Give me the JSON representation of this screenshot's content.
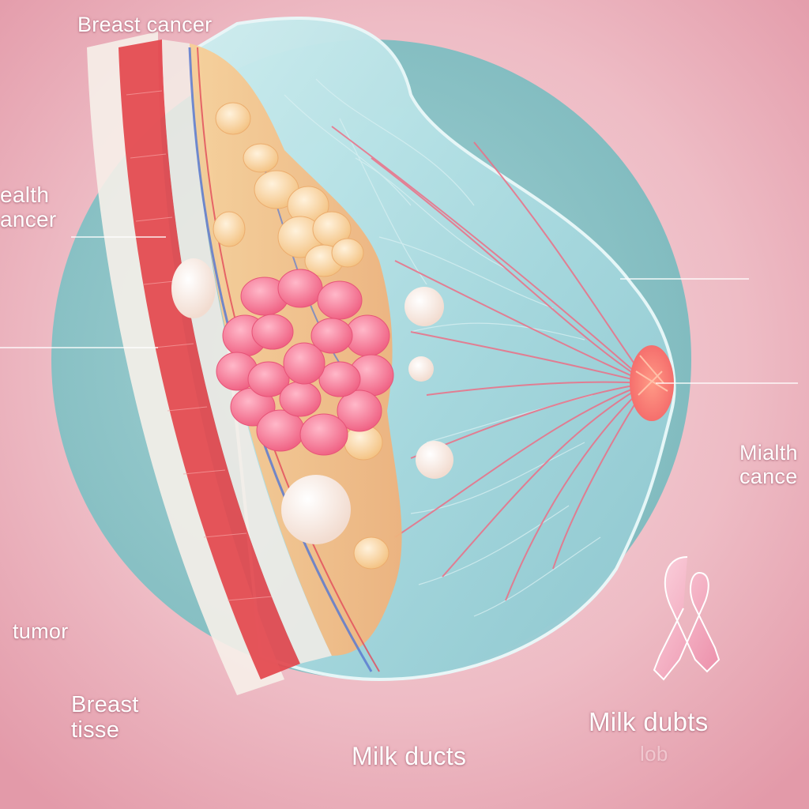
{
  "labels": {
    "top_label": "Breast cancer",
    "left_upper": [
      "ealth",
      "ancer"
    ],
    "right_middle": [
      "Mialth",
      "cance"
    ],
    "left_lower": "tumor",
    "bottom_left": [
      "Breast",
      "tisse"
    ],
    "bottom_center": "Milk ducts",
    "bottom_right": "Milk dubts",
    "bottom_right_faint": "lob"
  },
  "colors": {
    "background": "#eab3bc",
    "disc": "#8fc6c9",
    "breast_tissue": "#a9dbe0",
    "fat_layer": "#f3c48f",
    "muscle": "#e3474d",
    "tumor": "#f4728f",
    "vessels": "#ec6f86",
    "ribbon": "#f0a3b8"
  }
}
